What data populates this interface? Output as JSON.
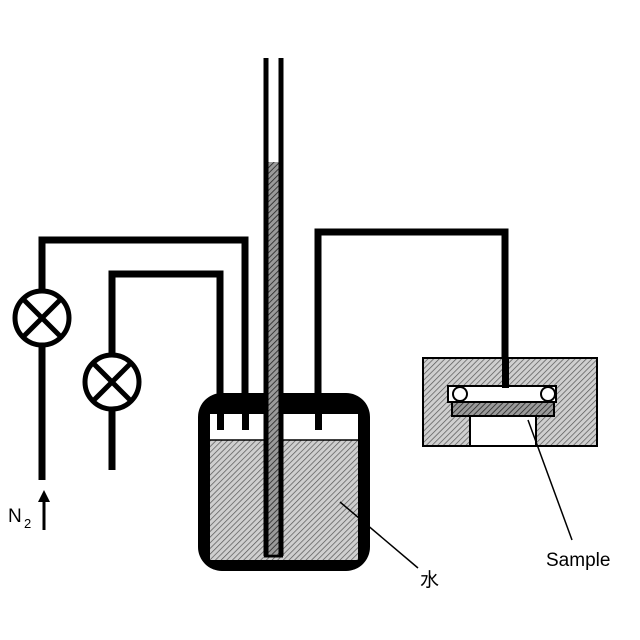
{
  "labels": {
    "gas": "N",
    "gas_subscript": "2",
    "water": "水",
    "sample": "Sample"
  },
  "colors": {
    "line": "#000000",
    "hatch_fill": "#bdbdbd",
    "background": "#ffffff"
  },
  "icons": {
    "valve": "valve-icon",
    "flow_arrow": "arrow-up-icon"
  }
}
